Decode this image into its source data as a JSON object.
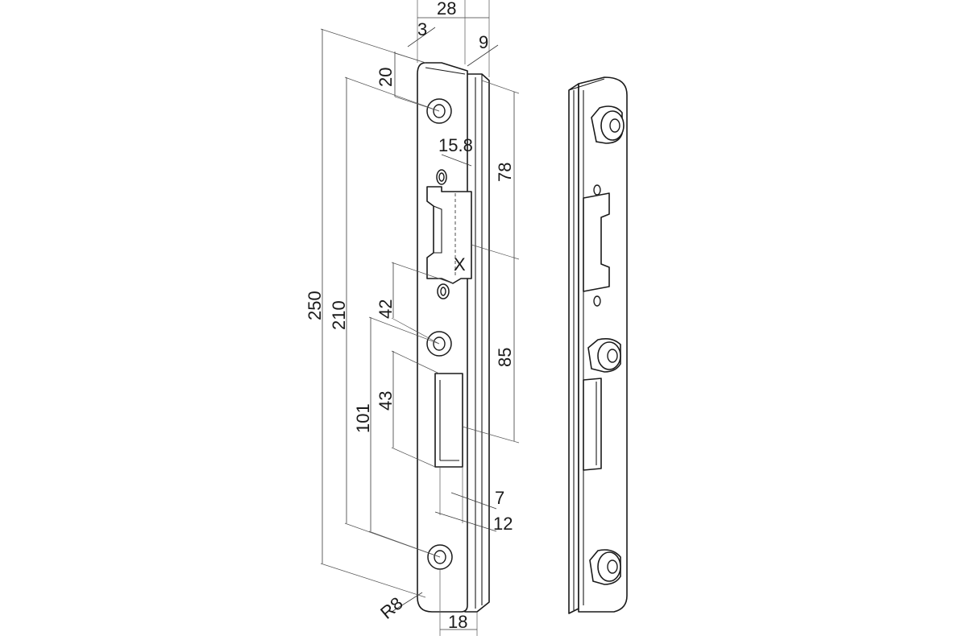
{
  "drawing": {
    "dimensions": {
      "overall_width": "28",
      "edge_offset": "3",
      "flange_depth": "9",
      "top_to_first_hole": "20",
      "slot_width": "15.8",
      "upper_slot_span": "78",
      "slot_marker": "X",
      "total_length": "250",
      "hole_spacing": "210",
      "hole_to_center": "42",
      "lower_span": "101",
      "lower_slot_height": "43",
      "center_to_lower_slot": "85",
      "lower_slot_offset": "7",
      "lower_slot_width": "12",
      "corner_radius": "R8",
      "bottom_width": "18"
    }
  }
}
